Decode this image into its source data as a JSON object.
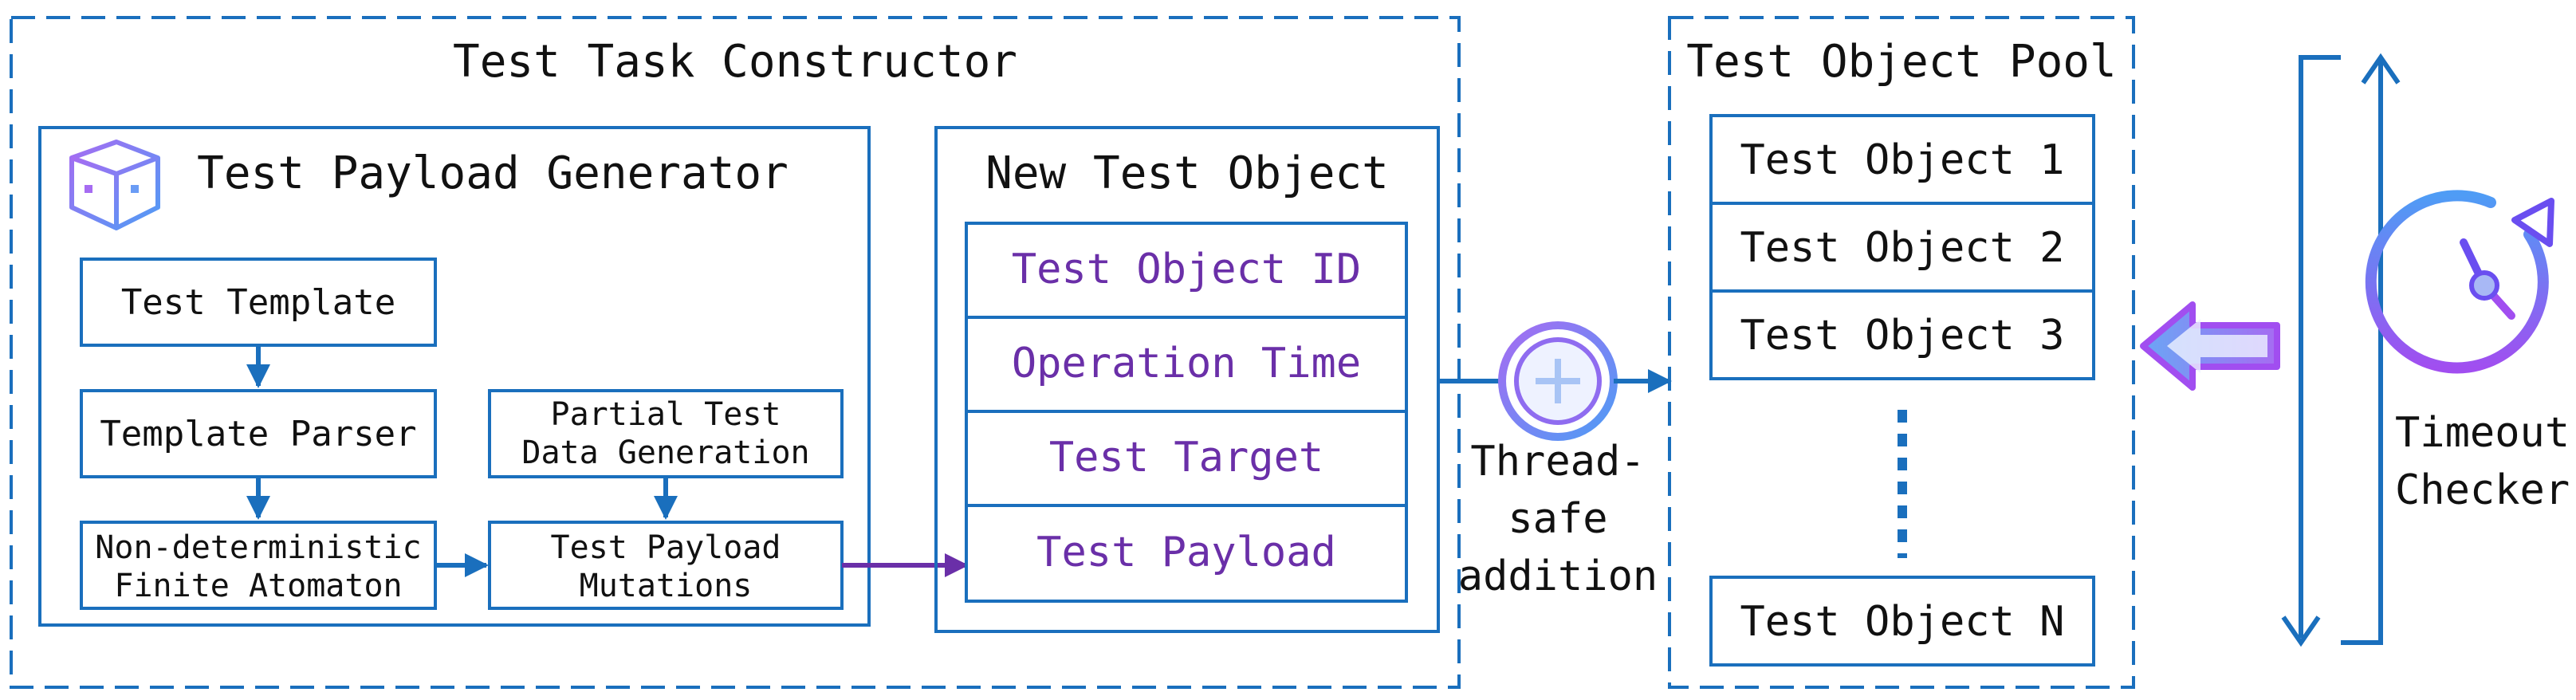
{
  "colors": {
    "blue": "#1a6fbd",
    "purple": "#6a2fa8",
    "purple_light": "#9b59f2",
    "gradient_start": "#a66cf2",
    "gradient_end": "#4f9cf5"
  },
  "constructor": {
    "title": "Test Task Constructor",
    "generator": {
      "title": "Test Payload Generator",
      "icon": "cube-icon",
      "test_template": "Test Template",
      "template_parser": "Template Parser",
      "nfa_line1": "Non-deterministic",
      "nfa_line2": "Finite Atomaton",
      "partial_line1": "Partial Test",
      "partial_line2": "Data Generation",
      "mutations_line1": "Test Payload",
      "mutations_line2": "Mutations"
    },
    "new_object": {
      "title": "New Test Object",
      "fields": [
        "Test Object ID",
        "Operation Time",
        "Test Target",
        "Test Payload"
      ]
    }
  },
  "addition": {
    "icon": "plus-circle-icon",
    "line1": "Thread-",
    "line2": "safe",
    "line3": "addition"
  },
  "pool": {
    "title": "Test Object Pool",
    "items": [
      "Test Object 1",
      "Test Object 2",
      "Test Object 3"
    ],
    "last_item": "Test Object N",
    "ellipsis_icon": "vertical-ellipsis-icon"
  },
  "checker": {
    "arrow_icon": "left-arrow-icon",
    "cycle_icon": "up-down-cycle-icon",
    "timer_icon": "timer-icon",
    "line1": "Timeout",
    "line2": "Checker"
  }
}
